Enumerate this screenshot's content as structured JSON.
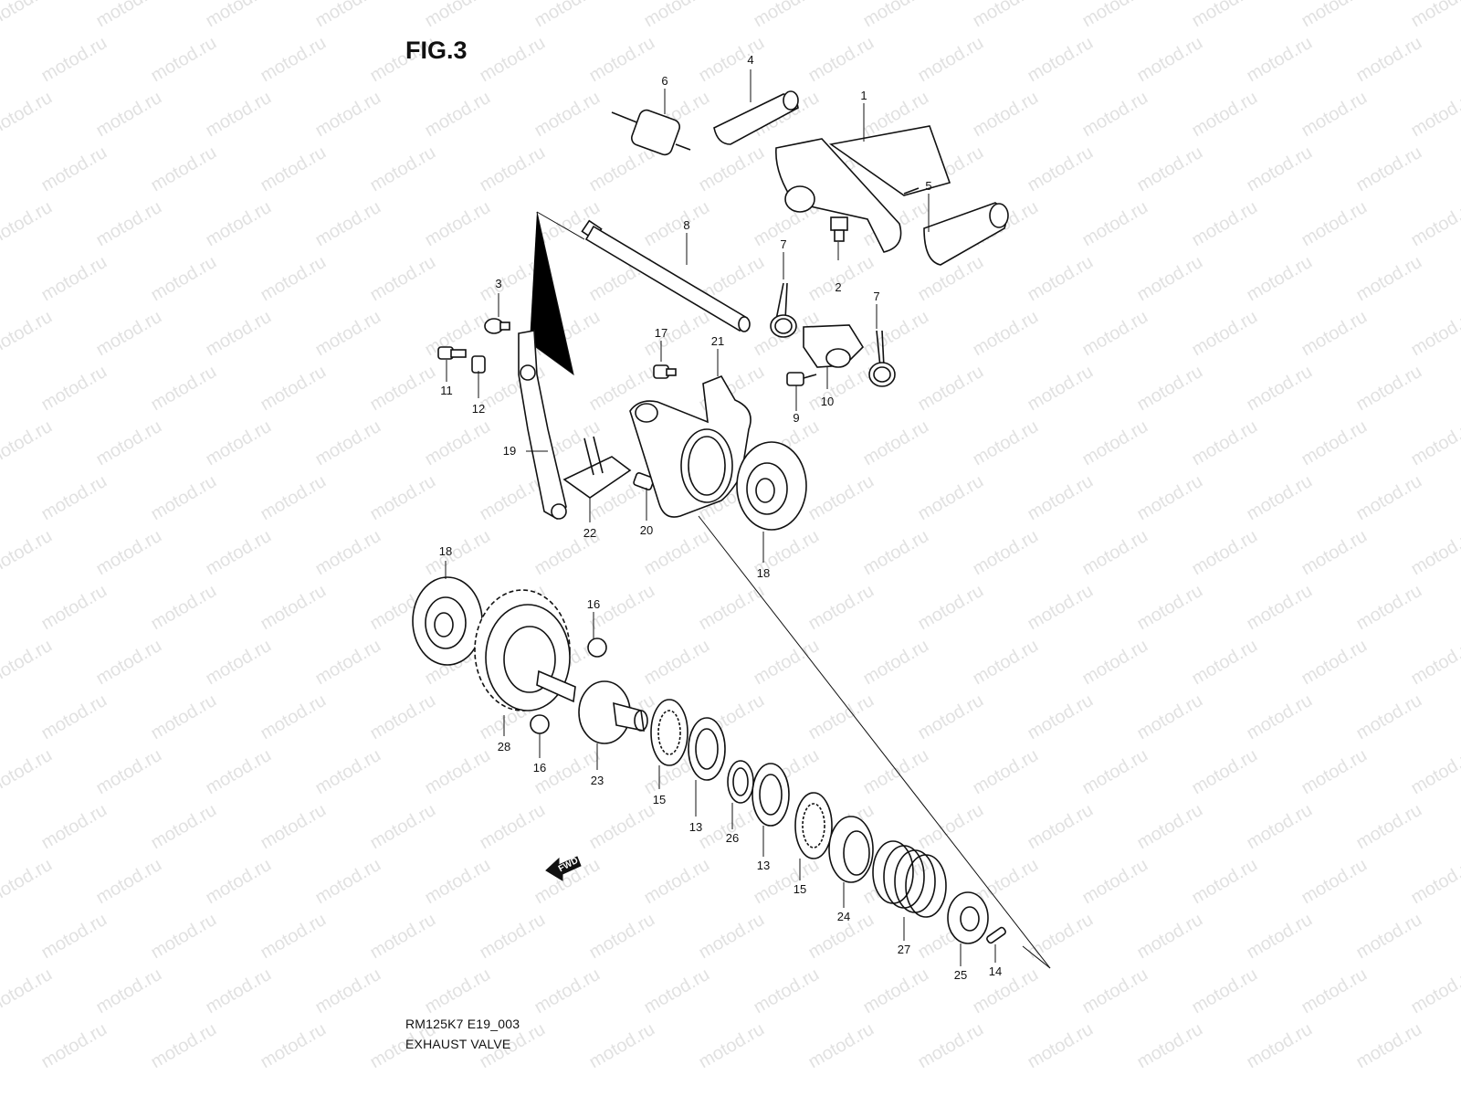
{
  "figure": {
    "title": "FIG.3",
    "model_code": "RM125K7 E19_003",
    "name": "EXHAUST VALVE",
    "watermark": "motod.ru",
    "direction_label": "FWD"
  },
  "callouts": [
    "1",
    "2",
    "3",
    "4",
    "5",
    "6",
    "7",
    "7",
    "8",
    "9",
    "10",
    "11",
    "12",
    "13",
    "13",
    "14",
    "15",
    "15",
    "16",
    "16",
    "17",
    "18",
    "18",
    "19",
    "20",
    "21",
    "22",
    "23",
    "24",
    "25",
    "26",
    "27",
    "28"
  ]
}
